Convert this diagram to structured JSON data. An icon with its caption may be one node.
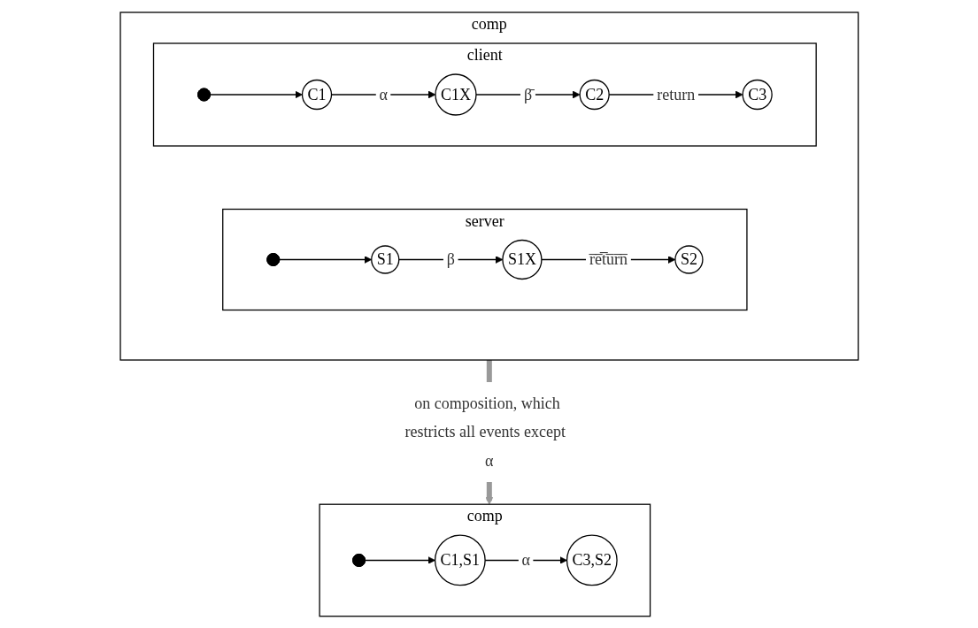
{
  "diagram": {
    "nodes": [
      {
        "text": [
          "comp"
        ]
      },
      {
        "text": [
          "client"
        ],
        "in": 0
      },
      {
        "text": [],
        "shape": "dot",
        "in": 1
      },
      {
        "text": [
          "C1"
        ],
        "in": 1
      },
      {
        "text": [
          "C1X"
        ],
        "in": 1
      },
      {
        "text": [
          "C2"
        ],
        "in": 1
      },
      {
        "text": [
          "C3"
        ],
        "in": 1
      },
      {
        "text": [
          "server"
        ],
        "in": 0
      },
      {
        "text": [],
        "shape": "dot",
        "in": 7
      },
      {
        "text": [
          "S1"
        ],
        "in": 7
      },
      {
        "text": [
          "S1X"
        ],
        "in": 7
      },
      {
        "text": [
          "S2"
        ],
        "in": 7
      },
      {
        "text": [
          "comp"
        ]
      },
      {
        "text": [],
        "shape": "dot",
        "in": 12
      },
      {
        "text": [
          "C1,S1"
        ],
        "in": 12
      },
      {
        "text": [
          "C3,S2"
        ],
        "in": 12
      }
    ],
    "edges": [
      {
        "from": 2,
        "to": 3,
        "arrow": "to"
      },
      {
        "from": 3,
        "to": 4,
        "label": "α",
        "arrow": "to"
      },
      {
        "from": 4,
        "to": 5,
        "label": "β̄",
        "arrow": "to"
      },
      {
        "from": 5,
        "to": 6,
        "label": "return",
        "arrow": "to"
      },
      {
        "from": 8,
        "to": 9,
        "arrow": "to"
      },
      {
        "from": 9,
        "to": 10,
        "label": "β",
        "arrow": "to"
      },
      {
        "from": 10,
        "to": 11,
        "label": "r̅e̅t̅u̅r̅n̅",
        "arrow": "to"
      },
      {
        "from": 0,
        "to": 12,
        "label": "on composition, which restricts all events except  α",
        "arrow": "to",
        "style": "thick",
        "color": "#999999"
      },
      {
        "from": 13,
        "to": 14,
        "arrow": "to"
      },
      {
        "from": 14,
        "to": 15,
        "label": "α",
        "arrow": "to"
      }
    ]
  }
}
